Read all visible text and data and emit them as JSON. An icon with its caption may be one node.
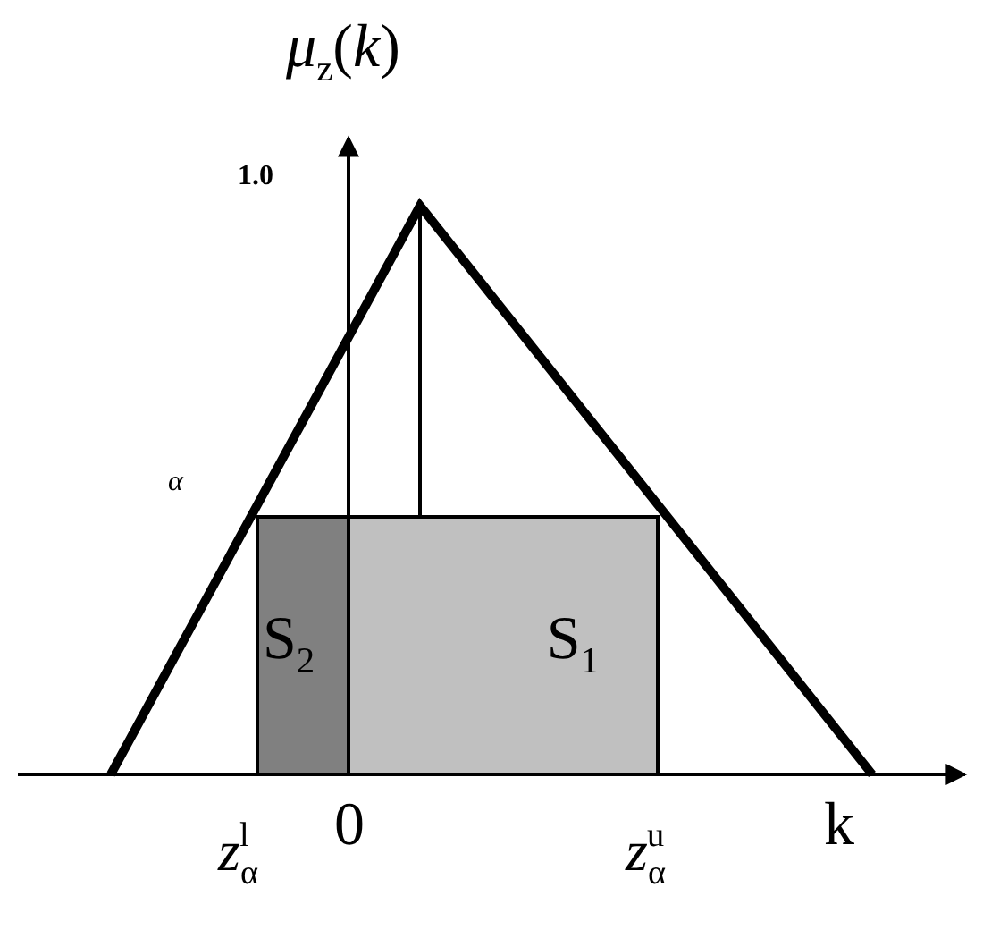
{
  "diagram": {
    "nodes": [
      {
        "text": [
          "S$_{2}$"
        ]
      },
      {
        "text": [
          "S$_{1}$"
        ]
      }
    ],
    "edges": [],
    "labels": [
      "*μ*$_{z}$(*k*)",
      "1.0",
      "*α*",
      "*z*$_{α}$$^{l}$",
      "0",
      "*z*$_{α}$$^{u}$",
      "k"
    ]
  }
}
